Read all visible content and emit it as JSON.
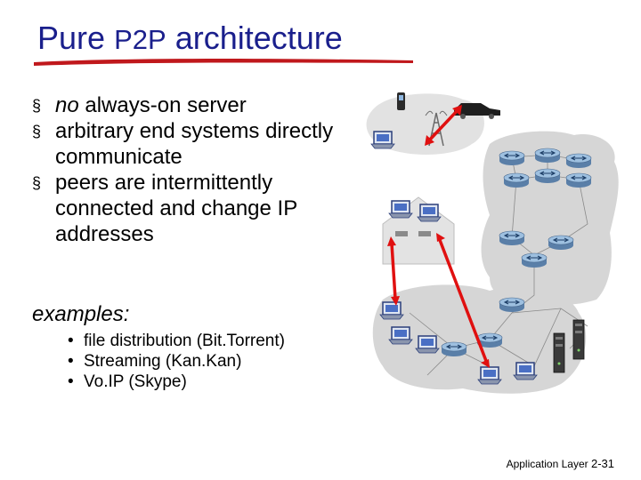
{
  "slide": {
    "title_main": "Pure",
    "title_acronym": "P2P",
    "title_rest": "architecture",
    "bullets": [
      {
        "em": "no",
        "text": " always-on server"
      },
      {
        "em": "",
        "text": "arbitrary end systems directly communicate"
      },
      {
        "em": "",
        "text": "peers are intermittently connected and change IP addresses"
      }
    ],
    "examples_label": "examples:",
    "examples": [
      "file distribution (Bit.Torrent)",
      "Streaming (Kan.Kan)",
      "Vo.IP (Skype)"
    ],
    "footer_label": "Application Layer",
    "footer_page": "2-31",
    "colors": {
      "title": "#1a1f8c",
      "underline": "#c0181c",
      "arrow": "#e01010",
      "cloud": "#d0d0d0"
    },
    "icons": [
      "square-bullet-icon",
      "laptop-icon",
      "router-icon",
      "server-icon",
      "phone-icon",
      "car-icon",
      "cell-tower-icon",
      "house-icon"
    ]
  }
}
